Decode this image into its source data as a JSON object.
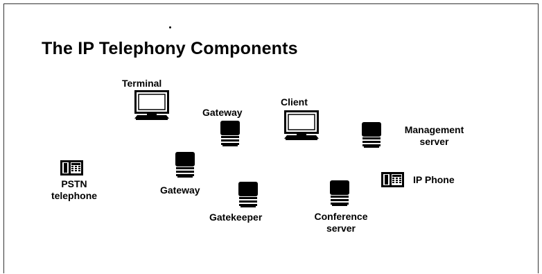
{
  "title": "The IP Telephony Components",
  "components": {
    "terminal": {
      "label": "Terminal",
      "icon": "computer-monitor-icon"
    },
    "client": {
      "label": "Client",
      "icon": "computer-monitor-icon"
    },
    "gateway_top": {
      "label": "Gateway",
      "icon": "server-tower-icon"
    },
    "gateway_left": {
      "label": "Gateway",
      "icon": "server-tower-icon"
    },
    "management_server": {
      "label_line1": "Management",
      "label_line2": "server",
      "icon": "server-tower-icon"
    },
    "gatekeeper": {
      "label": "Gatekeeper",
      "icon": "server-tower-icon"
    },
    "conference_server": {
      "label_line1": "Conference",
      "label_line2": "server",
      "icon": "server-tower-icon"
    },
    "pstn_telephone": {
      "label_line1": "PSTN",
      "label_line2": "telephone",
      "icon": "desk-phone-icon"
    },
    "ip_phone": {
      "label": "IP Phone",
      "icon": "desk-phone-icon"
    }
  }
}
